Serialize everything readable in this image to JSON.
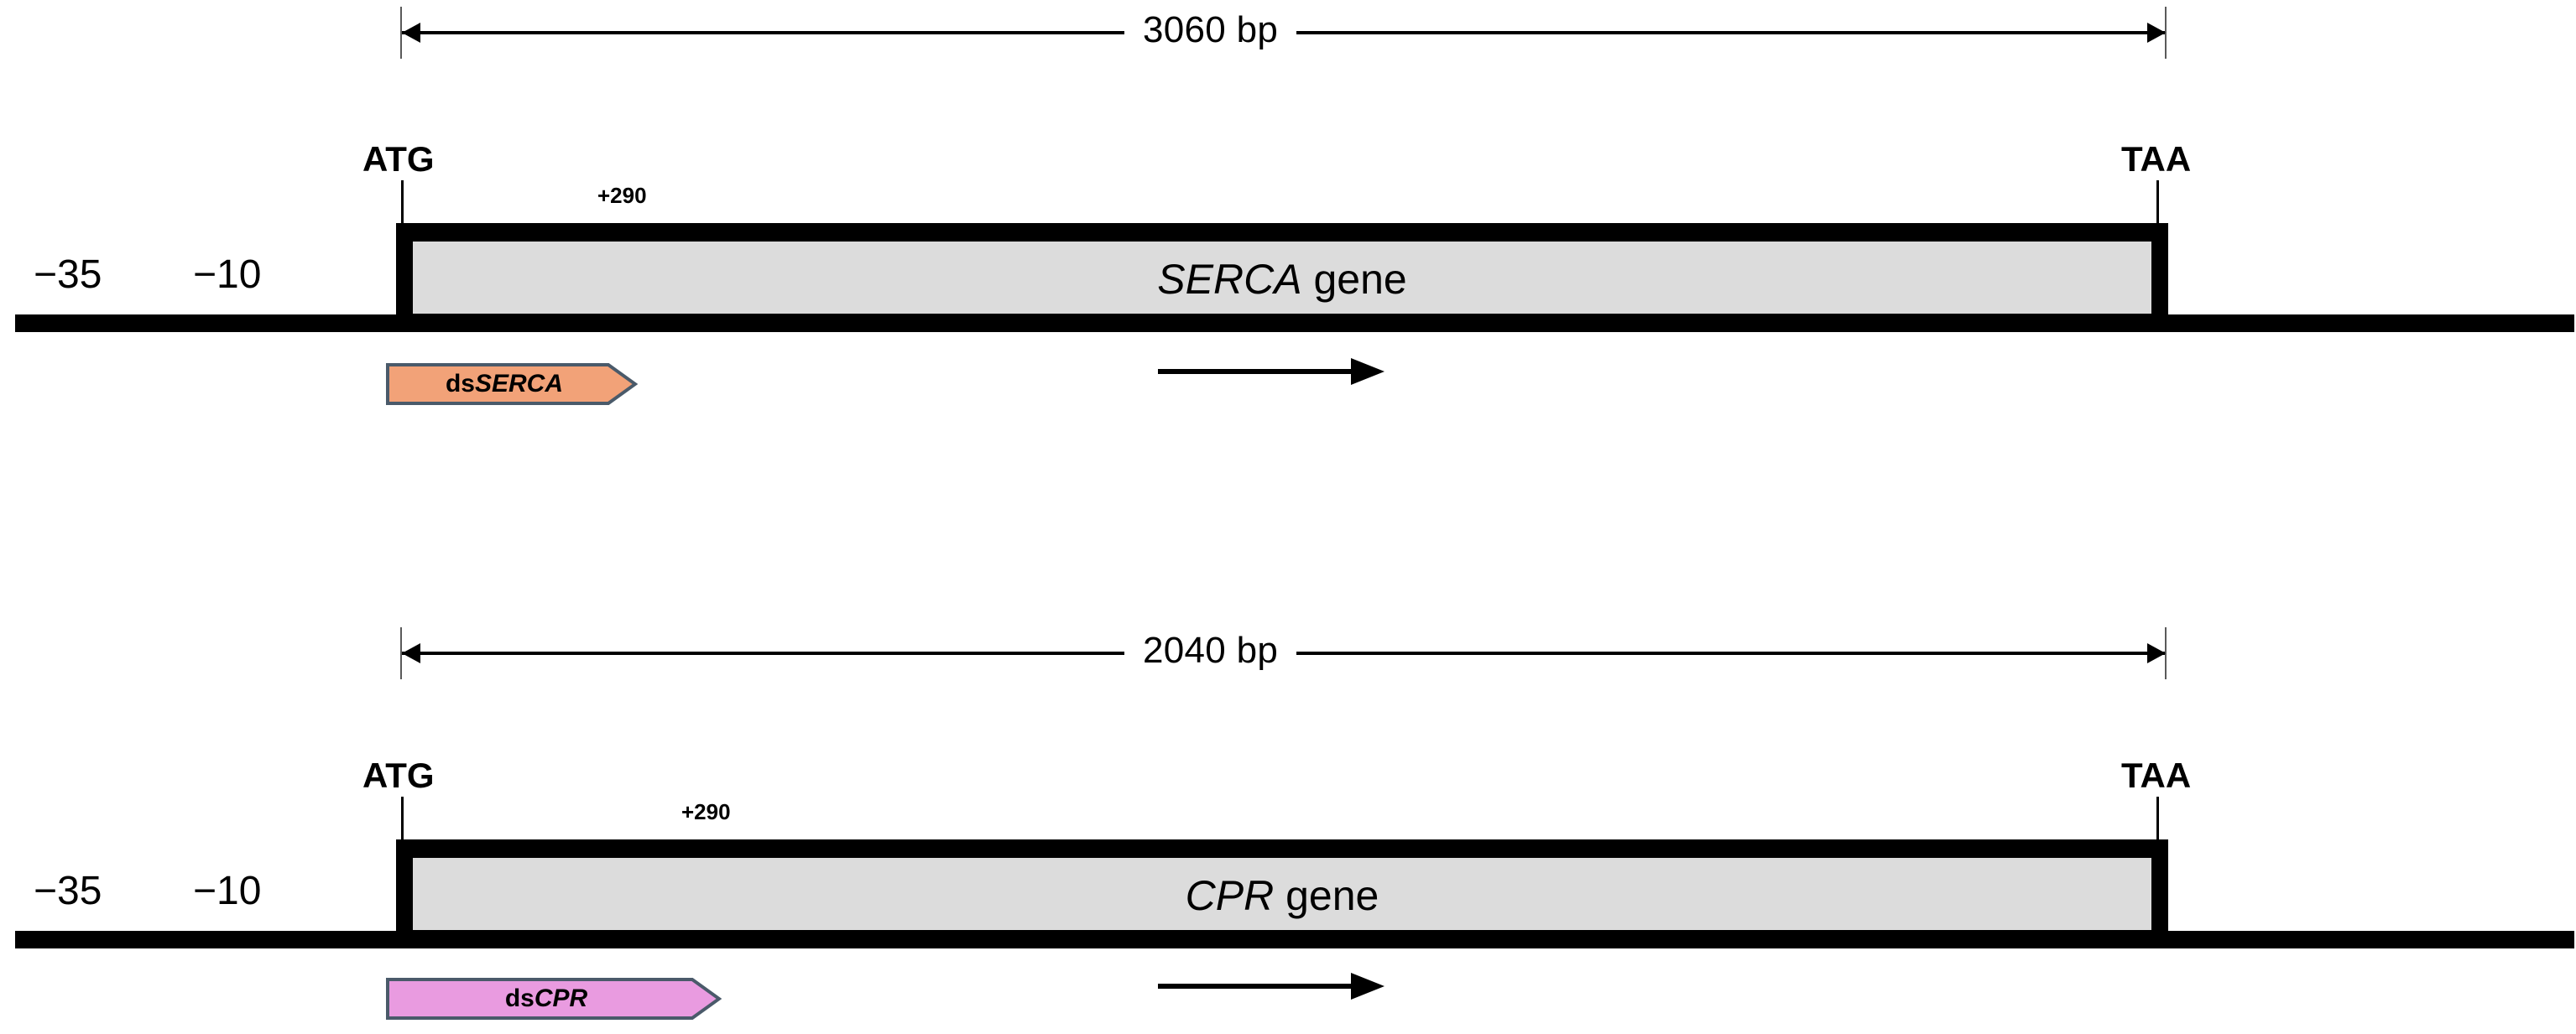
{
  "figure": {
    "type": "gene-construct-diagram",
    "background_color": "#ffffff"
  },
  "panels": [
    {
      "id": "serca",
      "dimension": {
        "label": "3060 bp",
        "value": 3060,
        "unit": "bp"
      },
      "start_codon": "ATG",
      "stop_codon": "TAA",
      "offset_label": "+290",
      "promoter_elements": [
        "−35",
        "−10"
      ],
      "gene_label_italic": "SERCA",
      "gene_label_plain": " gene",
      "dsrna_tag": {
        "prefix": "ds",
        "gene": "SERCA",
        "fill_color": "#F2A278",
        "stroke_color": "#4a5a6a"
      },
      "gene_box_fill": "#dcdcdc"
    },
    {
      "id": "cpr",
      "dimension": {
        "label": "2040 bp",
        "value": 2040,
        "unit": "bp"
      },
      "start_codon": "ATG",
      "stop_codon": "TAA",
      "offset_label": "+290",
      "promoter_elements": [
        "−35",
        "−10"
      ],
      "gene_label_italic": "CPR",
      "gene_label_plain": " gene",
      "dsrna_tag": {
        "prefix": "ds",
        "gene": "CPR",
        "fill_color": "#E99BE0",
        "stroke_color": "#4a5a6a"
      },
      "gene_box_fill": "#dcdcdc"
    }
  ]
}
